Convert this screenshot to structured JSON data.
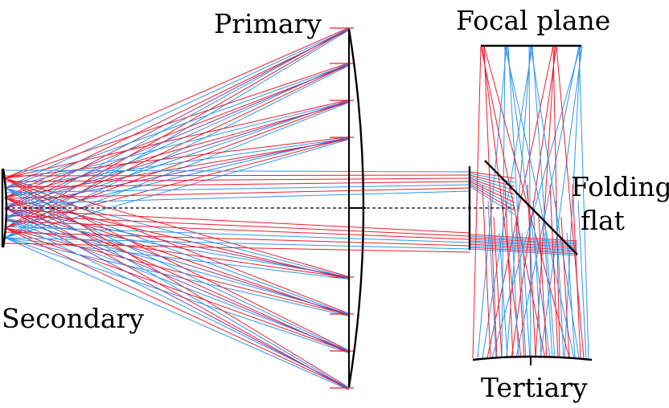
{
  "labels": {
    "primary": "Primary",
    "focal_plane": "Focal plane",
    "folding": "Folding",
    "flat": "flat",
    "secondary": "Secondary",
    "tertiary": "Tertiary"
  },
  "colors": {
    "ray_red": "#ee1c2e",
    "ray_blue": "#2f95ee",
    "ray_purple": "#8a3d9a",
    "optics": "#000000",
    "axis": "#000000",
    "background": "#ffffff"
  }
}
